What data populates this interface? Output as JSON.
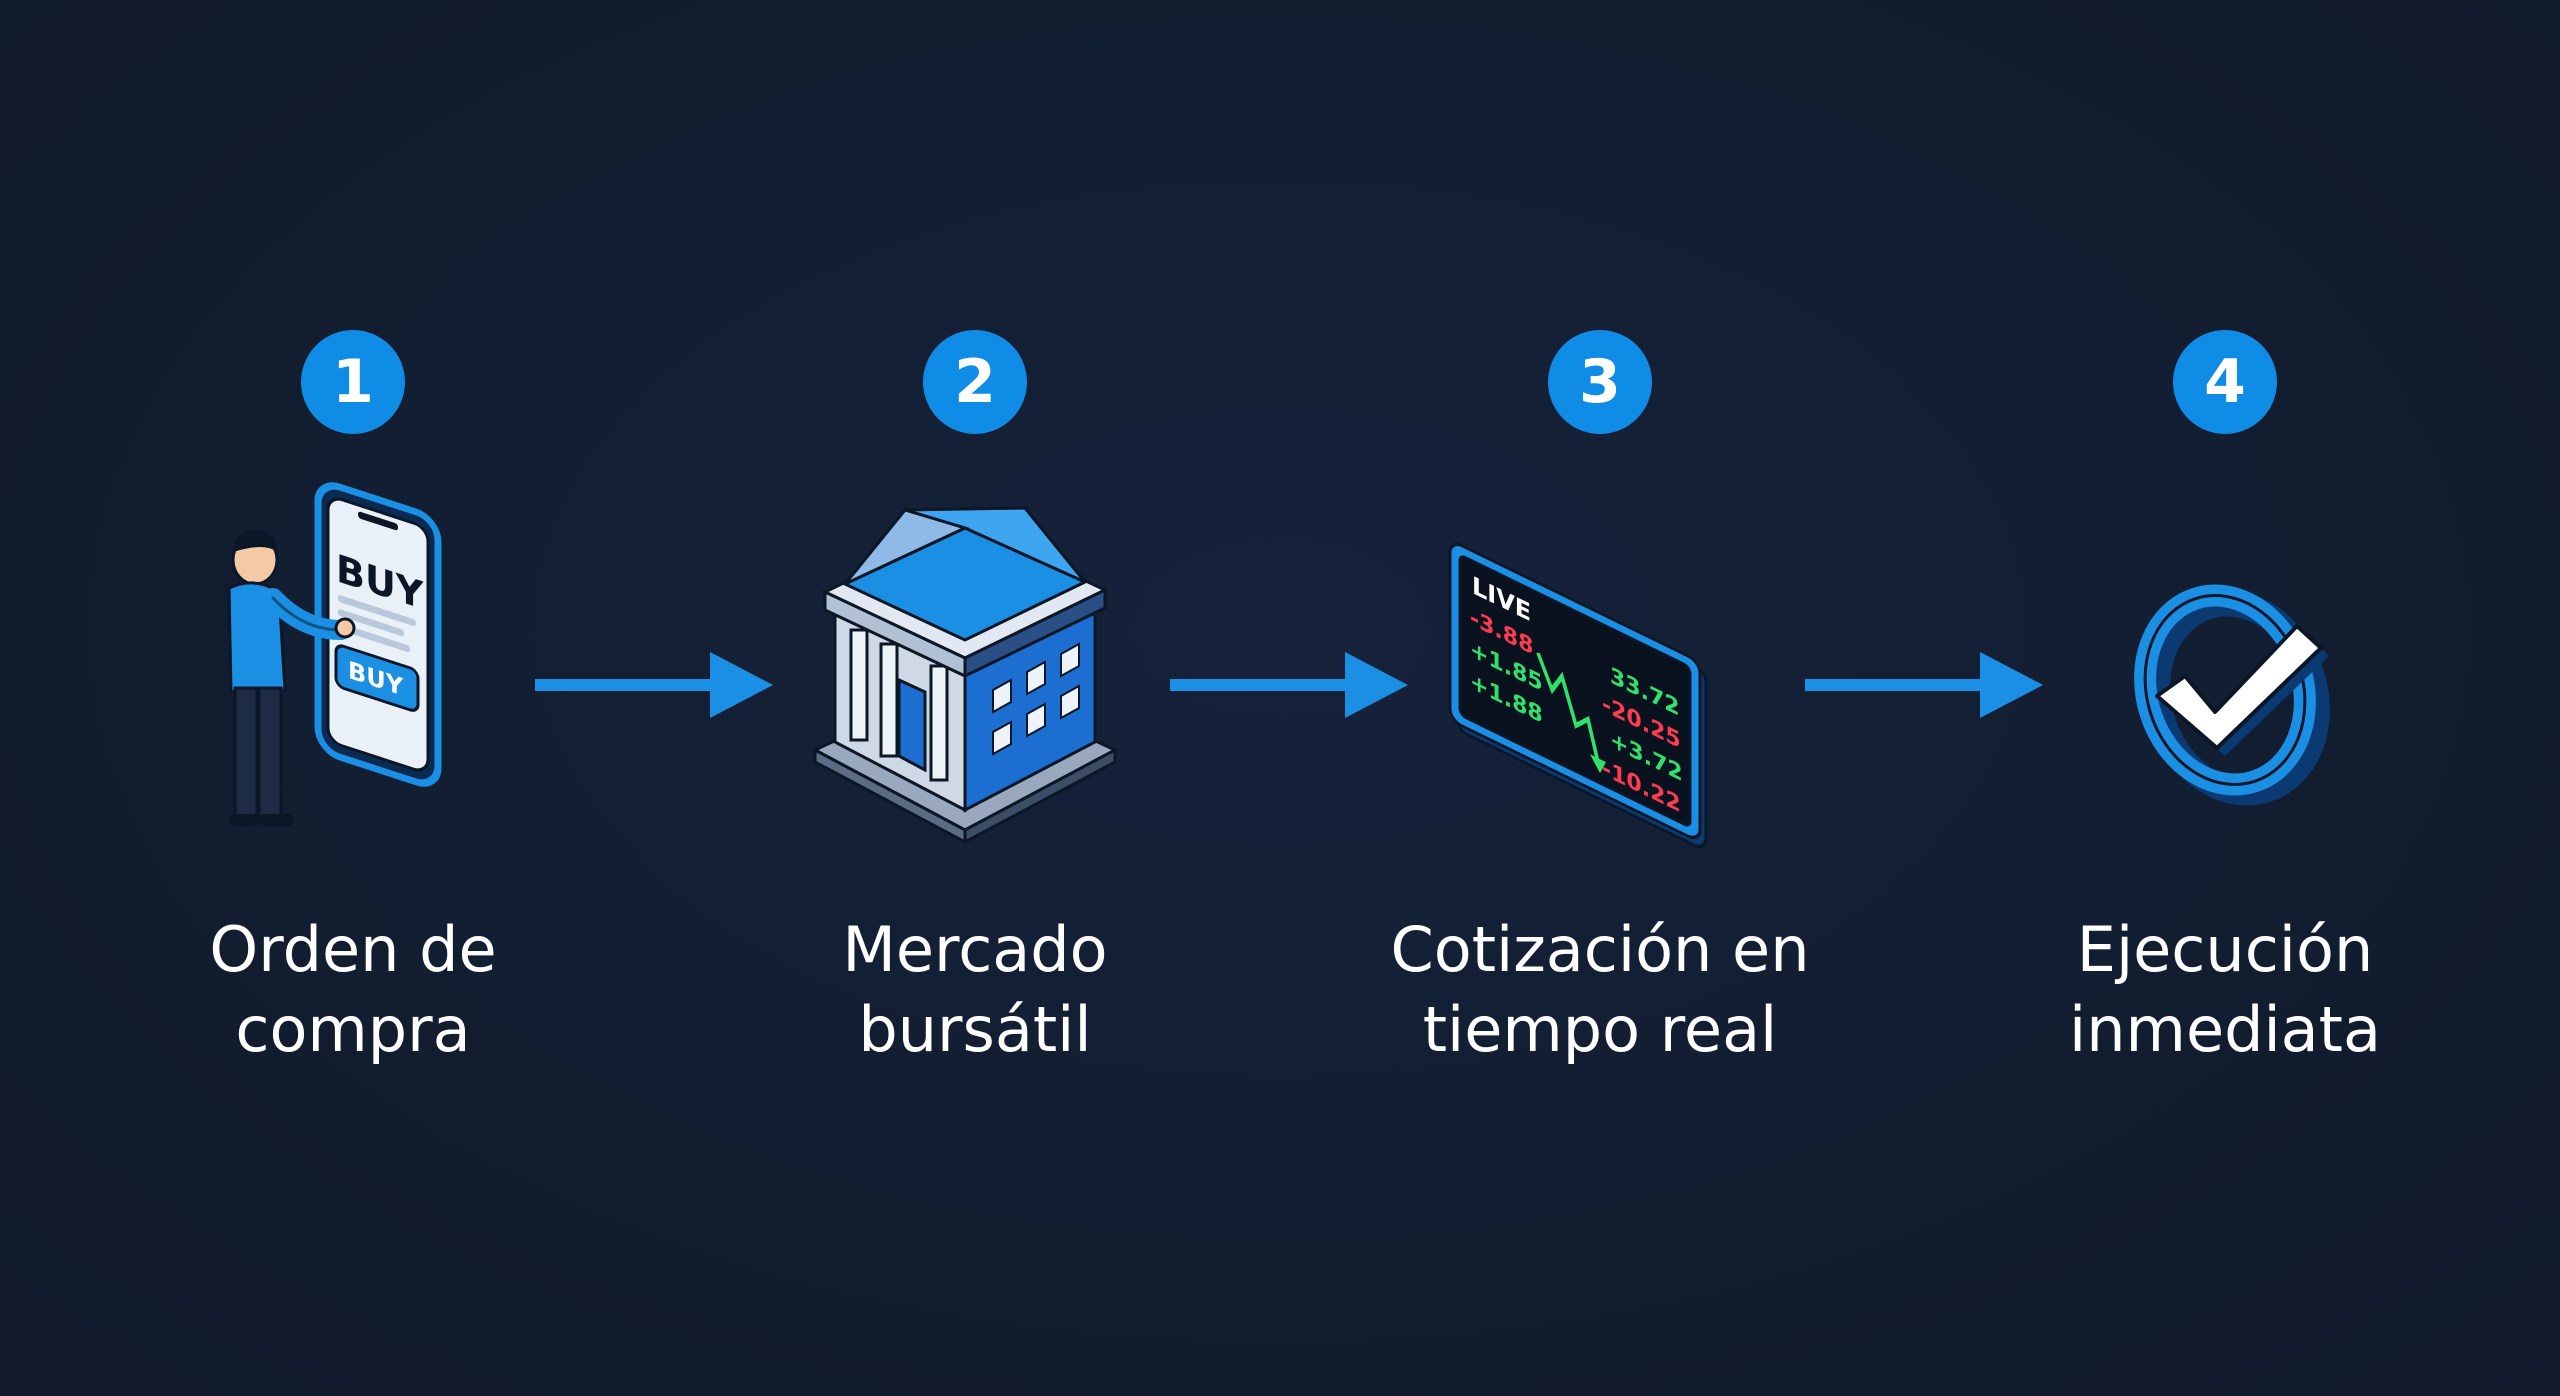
{
  "colors": {
    "background": "#121d30",
    "accent": "#0f8de6",
    "arrow": "#1a8fe3",
    "text": "#ffffff",
    "ticker_up": "#2ee26b",
    "ticker_down": "#ff3b4f"
  },
  "steps": [
    {
      "number": "1",
      "label_line1": "Orden de",
      "label_line2": "compra",
      "icon": "phone-buy-order-icon",
      "screen_title": "BUY",
      "button_label": "BUY"
    },
    {
      "number": "2",
      "label_line1": "Mercado",
      "label_line2": "bursátil",
      "icon": "stock-exchange-building-icon"
    },
    {
      "number": "3",
      "label_line1": "Cotización en",
      "label_line2": "tiempo real",
      "icon": "live-ticker-screen-icon",
      "live_label": "LIVE",
      "ticker_left": [
        "-3.88",
        "+1.85",
        "+1.88"
      ],
      "ticker_right": [
        "33.72",
        "-20.25",
        "+3.72",
        "-10.22"
      ]
    },
    {
      "number": "4",
      "label_line1": "Ejecución",
      "label_line2": "inmediata",
      "icon": "checkmark-circle-icon"
    }
  ],
  "arrows": [
    "arrow-right-icon",
    "arrow-right-icon",
    "arrow-right-icon"
  ]
}
